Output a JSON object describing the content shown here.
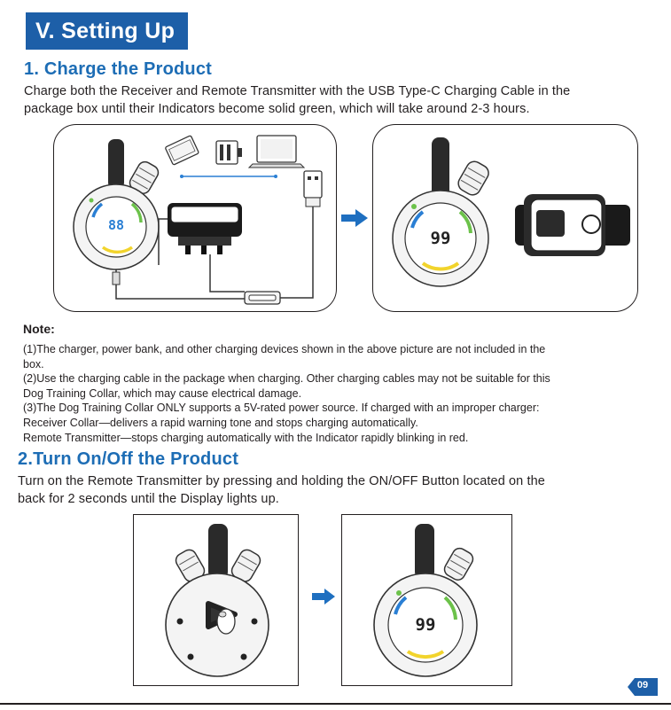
{
  "section": {
    "title": "V. Setting Up"
  },
  "charge": {
    "heading": "1. Charge the Product",
    "line1": "Charge both the Receiver and Remote Transmitter with the USB Type-C Charging Cable in the",
    "line2": "package box until their Indicators become solid green, which will take around 2-3 hours."
  },
  "display_digits": "88",
  "display_digits_lit": "99",
  "note": {
    "title": "Note:",
    "lines": [
      "(1)The charger, power bank, and other charging devices shown in the above picture are not included in the",
      "box.",
      "(2)Use the charging cable in the package when charging. Other charging cables may not be suitable for this",
      "Dog Training Collar, which may cause electrical damage.",
      "(3)The Dog Training Collar ONLY supports a 5V-rated power source. If charged with an improper charger:",
      "Receiver Collar—delivers a rapid warning tone and stops charging automatically.",
      "Remote Transmitter—stops charging automatically with the Indicator rapidly blinking in red."
    ]
  },
  "power": {
    "heading": "2.Turn On/Off the Product",
    "line1": "Turn on the Remote Transmitter by pressing and holding the ON/OFF Button located on the",
    "line2": "back for 2 seconds until the Display lights up."
  },
  "page_number": "09",
  "colors": {
    "header_bg": "#1d5fa8",
    "heading_blue": "#1d6db5",
    "arrow_blue": "#1e6fc0"
  }
}
